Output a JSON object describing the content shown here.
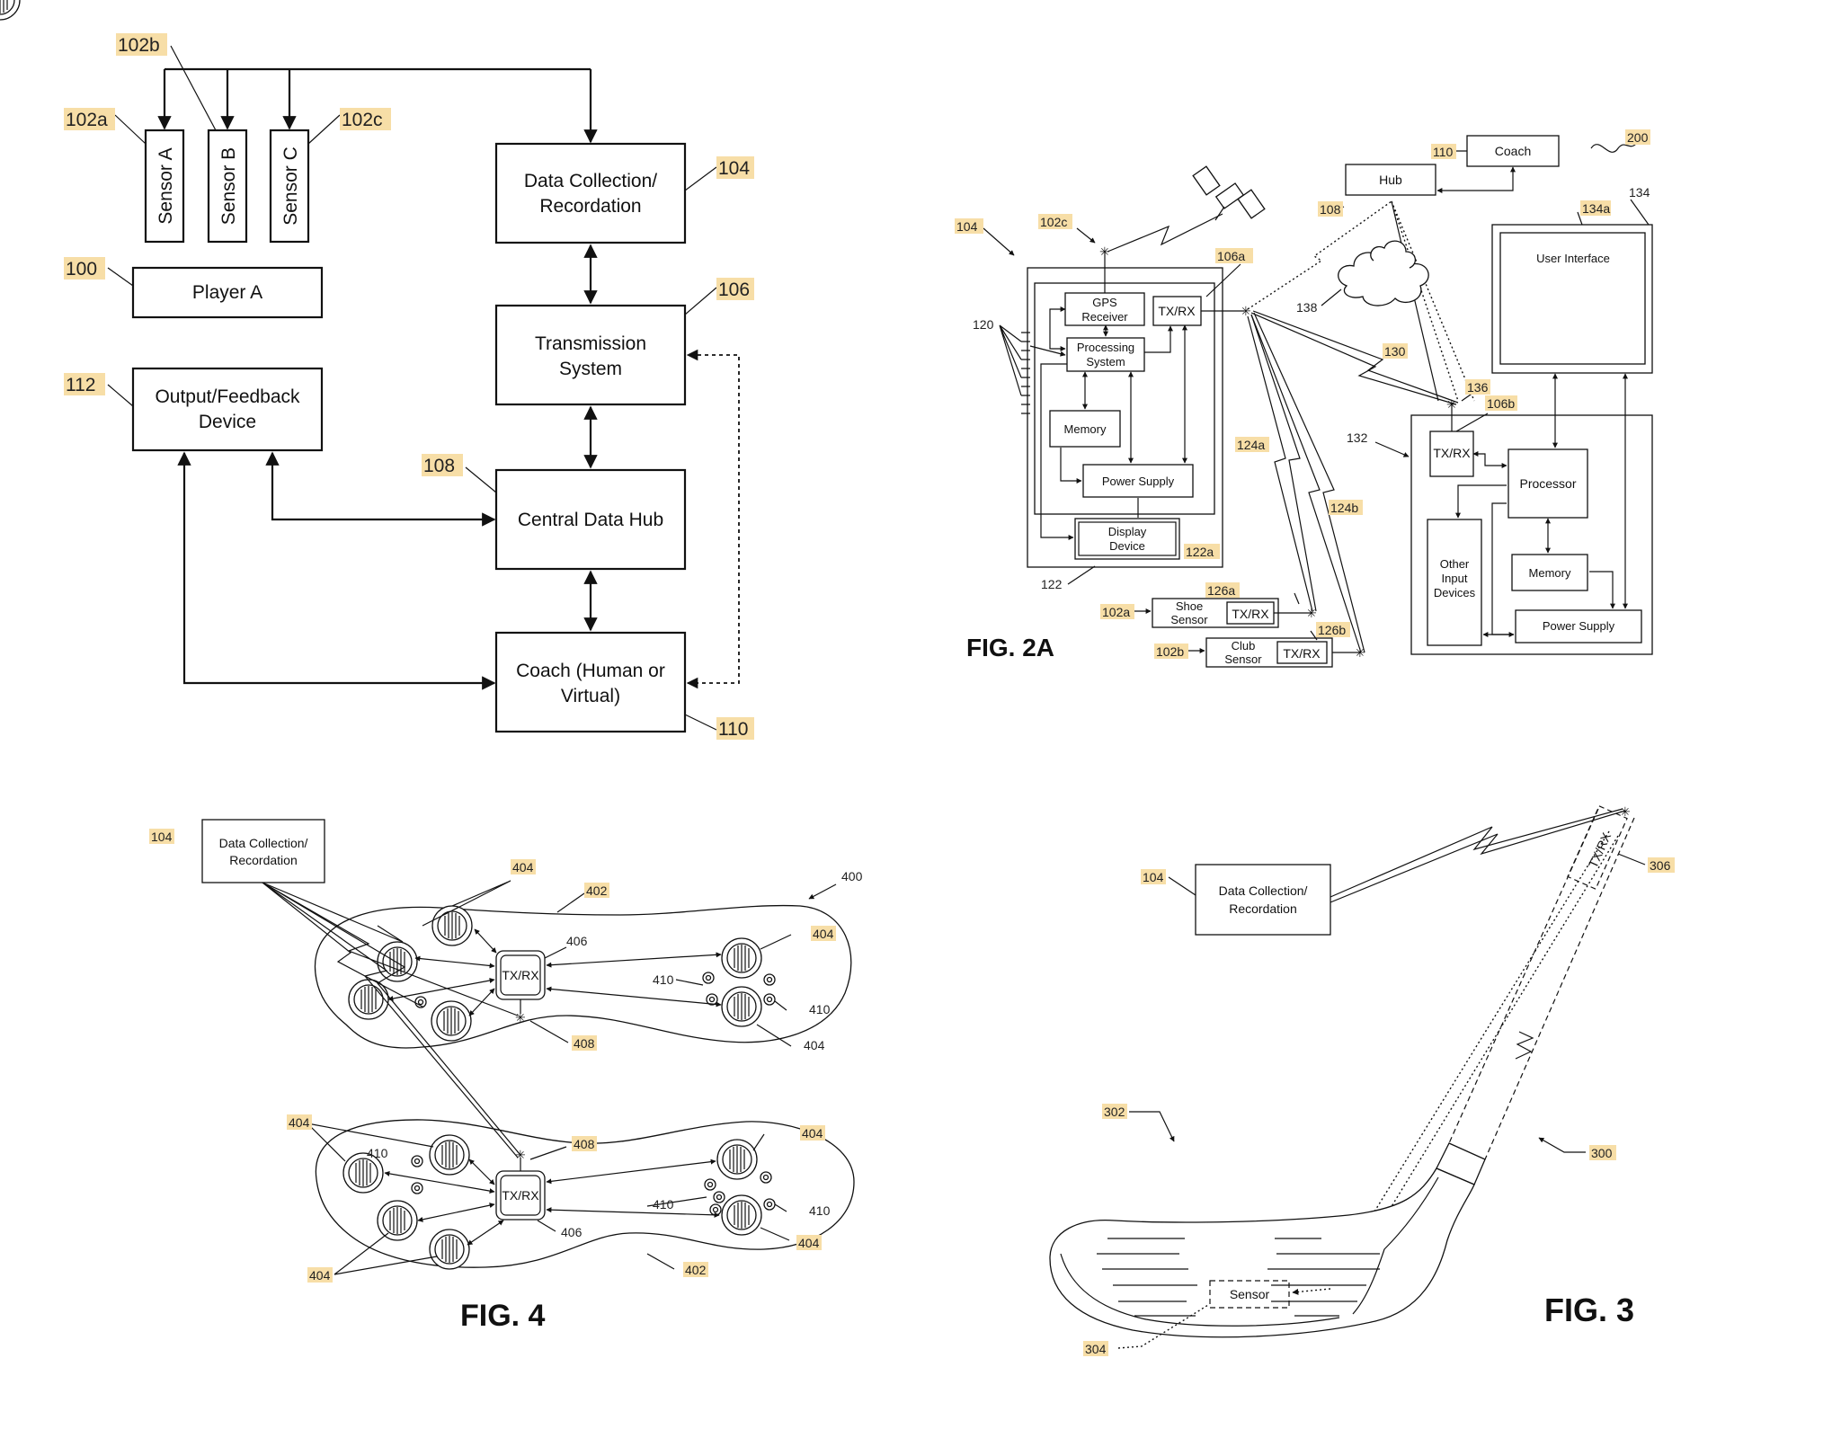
{
  "fig1": {
    "sensor_a": "Sensor A",
    "sensor_b": "Sensor B",
    "sensor_c": "Sensor C",
    "player": "Player A",
    "data_collection": [
      "Data Collection/",
      "Recordation"
    ],
    "transmission": [
      "Transmission",
      "System"
    ],
    "hub": "Central Data Hub",
    "coach": [
      "Coach (Human or",
      "Virtual)"
    ],
    "output": [
      "Output/Feedback",
      "Device"
    ],
    "refs": {
      "r102b": "102b",
      "r102a": "102a",
      "r102c": "102c",
      "r100": "100",
      "r104": "104",
      "r106": "106",
      "r112": "112",
      "r108": "108",
      "r110": "110"
    }
  },
  "fig2a": {
    "title": "FIG.  2A",
    "gps": [
      "GPS",
      "Receiver"
    ],
    "txrx": "TX/RX",
    "processing": [
      "Processing",
      "System"
    ],
    "memory": "Memory",
    "power": "Power Supply",
    "display": [
      "Display",
      "Device"
    ],
    "shoe": [
      "Shoe",
      "Sensor"
    ],
    "club": [
      "Club",
      "Sensor"
    ],
    "hub": "Hub",
    "coach": "Coach",
    "ui": "User Interface",
    "processor": "Processor",
    "other": [
      "Other",
      "Input",
      "Devices"
    ],
    "refs": {
      "r104": "104",
      "r102c": "102c",
      "r106a": "106a",
      "r120": "120",
      "r122": "122",
      "r122a": "122a",
      "r102a": "102a",
      "r126a": "126a",
      "r102b": "102b",
      "r126b": "126b",
      "r124a": "124a",
      "r124b": "124b",
      "r130": "130",
      "r138": "138",
      "r108": "108",
      "r110": "110",
      "r200": "200",
      "r134a": "134a",
      "r134": "134",
      "r136": "136",
      "r106b": "106b",
      "r132": "132"
    }
  },
  "fig4": {
    "title": "FIG.  4",
    "data_collection": [
      "Data Collection/",
      "Recordation"
    ],
    "txrx": "TX/RX",
    "refs": {
      "r104": "104",
      "r404": "404",
      "r402": "402",
      "r400": "400",
      "r406": "406",
      "r410": "410",
      "r408": "408"
    }
  },
  "fig3": {
    "title": "FIG.  3",
    "data_collection": [
      "Data Collection/",
      "Recordation"
    ],
    "sensor": "Sensor",
    "txrx": "TX/RX",
    "refs": {
      "r104": "104",
      "r306": "306",
      "r302": "302",
      "r300": "300",
      "r304": "304"
    }
  },
  "colors": {
    "ref_highlight": "#f7dea7",
    "ink": "#111111"
  }
}
